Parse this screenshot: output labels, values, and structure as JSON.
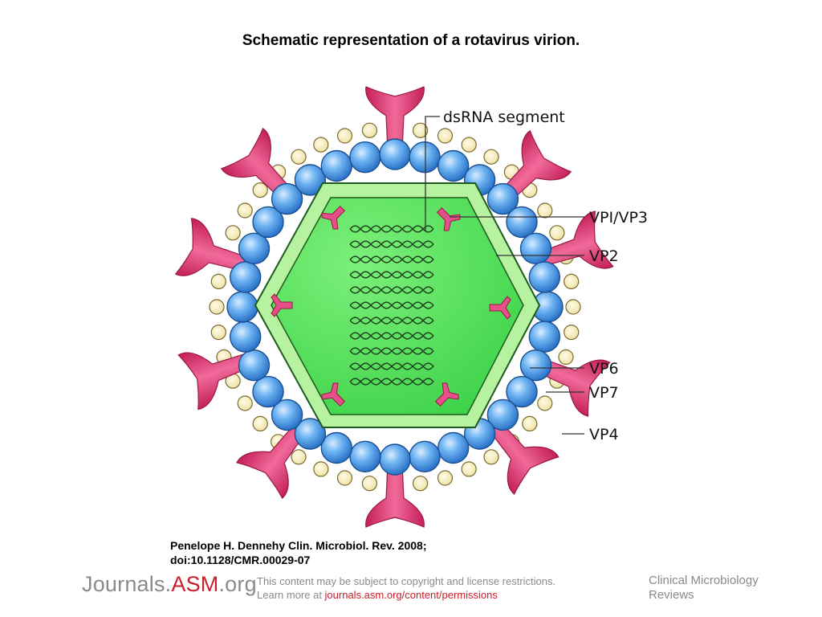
{
  "title": "Schematic representation of a rotavirus virion.",
  "labels": {
    "dsrna": "dsRNA segment",
    "vp1vp3": "VPI/VP3",
    "vp2": "VP2",
    "vp6": "VP6",
    "vp7": "VP7",
    "vp4": "VP4"
  },
  "citation": {
    "line1": "Penelope H. Dennehy Clin. Microbiol. Rev. 2008;",
    "line2": "doi:10.1128/CMR.00029-07"
  },
  "footer": {
    "brand_prefix": "Journals.",
    "brand_asm": "ASM",
    "brand_suffix": ".org",
    "notice_line1": "This content may be subject to copyright and license restrictions.",
    "notice_line2_prefix": "Learn more at ",
    "notice_link": "journals.asm.org/content/permissions",
    "journal_line1": "Clinical Microbiology",
    "journal_line2": "Reviews"
  },
  "colors": {
    "core_green": "#5ee85a",
    "core_border": "#b6f2a0",
    "vp6_blue": "#4aa0ee",
    "vp7_cream": "#f8f0c4",
    "vp4_pink": "#e83a78"
  }
}
